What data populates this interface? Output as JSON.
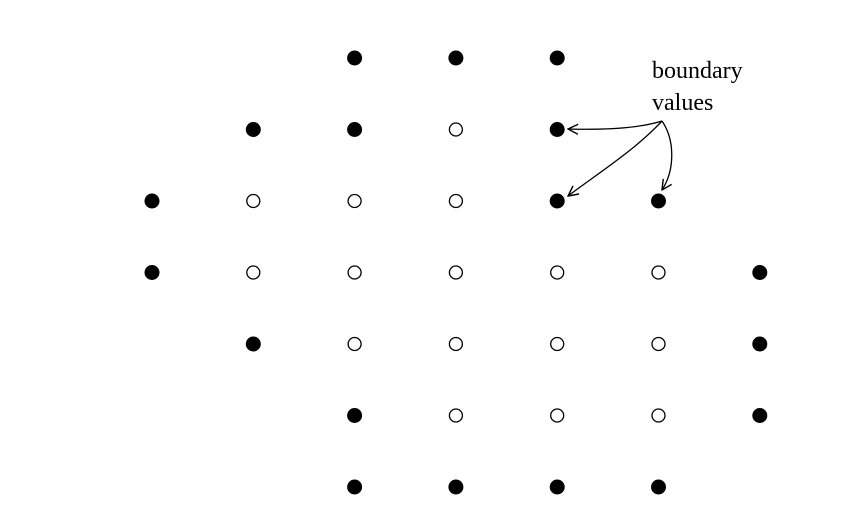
{
  "annotation": {
    "line1": "boundary",
    "line2": "values"
  },
  "legend_semantics": {
    "boundary": "filled",
    "interior": "open"
  },
  "grid": {
    "rows": [
      {
        "row": 0,
        "points": [
          {
            "col": 2,
            "kind": "boundary"
          },
          {
            "col": 3,
            "kind": "boundary"
          },
          {
            "col": 4,
            "kind": "boundary"
          }
        ]
      },
      {
        "row": 1,
        "points": [
          {
            "col": 1,
            "kind": "boundary"
          },
          {
            "col": 2,
            "kind": "boundary"
          },
          {
            "col": 3,
            "kind": "interior"
          },
          {
            "col": 4,
            "kind": "boundary"
          }
        ]
      },
      {
        "row": 2,
        "points": [
          {
            "col": 0,
            "kind": "boundary"
          },
          {
            "col": 1,
            "kind": "interior"
          },
          {
            "col": 2,
            "kind": "interior"
          },
          {
            "col": 3,
            "kind": "interior"
          },
          {
            "col": 4,
            "kind": "boundary"
          },
          {
            "col": 5,
            "kind": "boundary"
          }
        ]
      },
      {
        "row": 3,
        "points": [
          {
            "col": 0,
            "kind": "boundary"
          },
          {
            "col": 1,
            "kind": "interior"
          },
          {
            "col": 2,
            "kind": "interior"
          },
          {
            "col": 3,
            "kind": "interior"
          },
          {
            "col": 4,
            "kind": "interior"
          },
          {
            "col": 5,
            "kind": "interior"
          },
          {
            "col": 6,
            "kind": "boundary"
          }
        ]
      },
      {
        "row": 4,
        "points": [
          {
            "col": 1,
            "kind": "boundary"
          },
          {
            "col": 2,
            "kind": "interior"
          },
          {
            "col": 3,
            "kind": "interior"
          },
          {
            "col": 4,
            "kind": "interior"
          },
          {
            "col": 5,
            "kind": "interior"
          },
          {
            "col": 6,
            "kind": "boundary"
          }
        ]
      },
      {
        "row": 5,
        "points": [
          {
            "col": 2,
            "kind": "boundary"
          },
          {
            "col": 3,
            "kind": "interior"
          },
          {
            "col": 4,
            "kind": "interior"
          },
          {
            "col": 5,
            "kind": "interior"
          },
          {
            "col": 6,
            "kind": "boundary"
          }
        ]
      },
      {
        "row": 6,
        "points": [
          {
            "col": 2,
            "kind": "boundary"
          },
          {
            "col": 3,
            "kind": "boundary"
          },
          {
            "col": 4,
            "kind": "boundary"
          },
          {
            "col": 5,
            "kind": "boundary"
          }
        ]
      }
    ]
  },
  "arrow_targets": [
    {
      "row": 1,
      "col": 4
    },
    {
      "row": 2,
      "col": 4
    },
    {
      "row": 2,
      "col": 5
    }
  ]
}
